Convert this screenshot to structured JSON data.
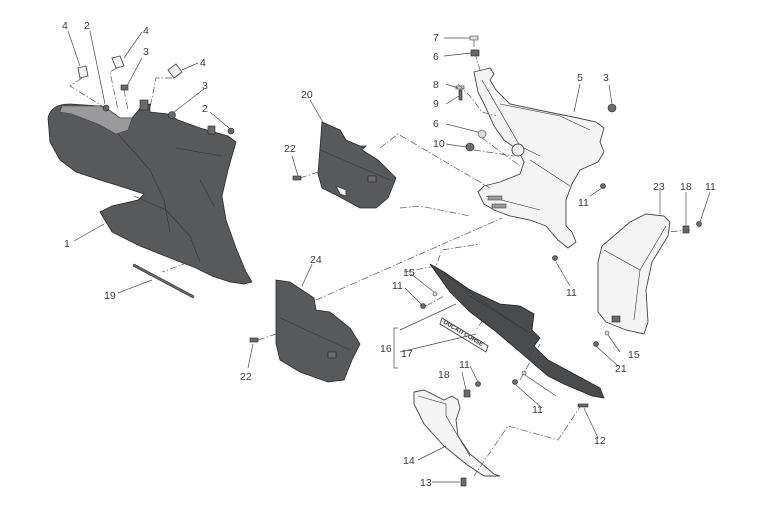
{
  "diagram": {
    "title": "Fairing side panels exploded view",
    "callouts": [
      {
        "id": "c4a",
        "label": "4"
      },
      {
        "id": "c2a",
        "label": "2"
      },
      {
        "id": "c4b",
        "label": "4"
      },
      {
        "id": "c3a",
        "label": "3"
      },
      {
        "id": "c4c",
        "label": "4"
      },
      {
        "id": "c3b",
        "label": "3"
      },
      {
        "id": "c2b",
        "label": "2"
      },
      {
        "id": "c1",
        "label": "1"
      },
      {
        "id": "c19",
        "label": "19"
      },
      {
        "id": "c20",
        "label": "20"
      },
      {
        "id": "c22a",
        "label": "22"
      },
      {
        "id": "c24",
        "label": "24"
      },
      {
        "id": "c22b",
        "label": "22"
      },
      {
        "id": "c7",
        "label": "7"
      },
      {
        "id": "c6a",
        "label": "6"
      },
      {
        "id": "c8",
        "label": "8"
      },
      {
        "id": "c9",
        "label": "9"
      },
      {
        "id": "c6b",
        "label": "6"
      },
      {
        "id": "c10",
        "label": "10"
      },
      {
        "id": "c5",
        "label": "5"
      },
      {
        "id": "c3c",
        "label": "3"
      },
      {
        "id": "c11a",
        "label": "11"
      },
      {
        "id": "c11b",
        "label": "11"
      },
      {
        "id": "c23",
        "label": "23"
      },
      {
        "id": "c18a",
        "label": "18"
      },
      {
        "id": "c11c",
        "label": "11"
      },
      {
        "id": "c15a",
        "label": "15"
      },
      {
        "id": "c11d",
        "label": "11"
      },
      {
        "id": "c16",
        "label": "16"
      },
      {
        "id": "c17",
        "label": "17"
      },
      {
        "id": "c15b",
        "label": "15"
      },
      {
        "id": "c21",
        "label": "21"
      },
      {
        "id": "c18b",
        "label": "18"
      },
      {
        "id": "c11e",
        "label": "11"
      },
      {
        "id": "c11f",
        "label": "11"
      },
      {
        "id": "c12",
        "label": "12"
      },
      {
        "id": "c14",
        "label": "14"
      },
      {
        "id": "c13",
        "label": "13"
      }
    ],
    "decal_text": "DUCATI CORSE"
  }
}
